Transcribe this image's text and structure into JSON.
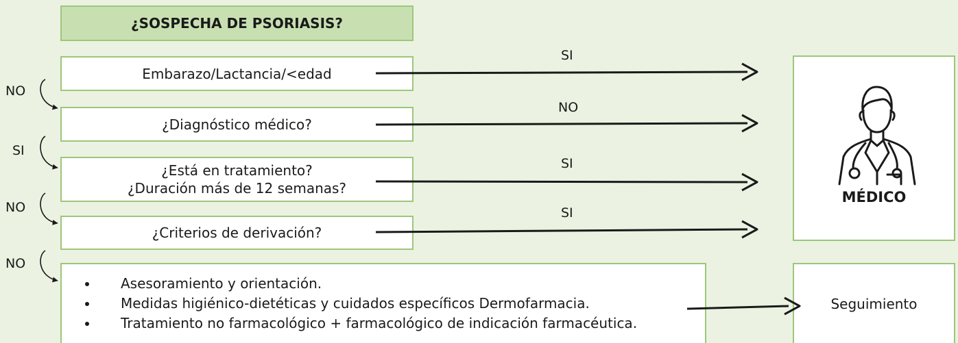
{
  "title": "¿SOSPECHA DE PSORIASIS?",
  "questions": [
    {
      "lines": [
        "Embarazo/Lactancia/<edad"
      ],
      "yes_label": "SI",
      "side_label": "NO"
    },
    {
      "lines": [
        "¿Diagnóstico médico?"
      ],
      "yes_label": "NO",
      "side_label": "SI"
    },
    {
      "lines": [
        "¿Está en tratamiento?",
        "¿Duración más de 12 semanas?"
      ],
      "yes_label": "SI",
      "side_label": "NO"
    },
    {
      "lines": [
        "¿Criterios de derivación?"
      ],
      "yes_label": "SI",
      "side_label": "NO"
    }
  ],
  "recommendations": [
    "Asesoramiento y orientación.",
    "Medidas higiénico-dietéticas y cuidados específicos Dermofarmacia.",
    "Tratamiento no farmacológico + farmacológico de indicación farmacéutica."
  ],
  "doctor": {
    "label": "MÉDICO",
    "icon": "doctor-icon"
  },
  "followup": {
    "label": "Seguimiento"
  },
  "colors": {
    "background": "#ebf2e2",
    "border": "#9cc77a",
    "title_fill": "#c8e0b1"
  }
}
